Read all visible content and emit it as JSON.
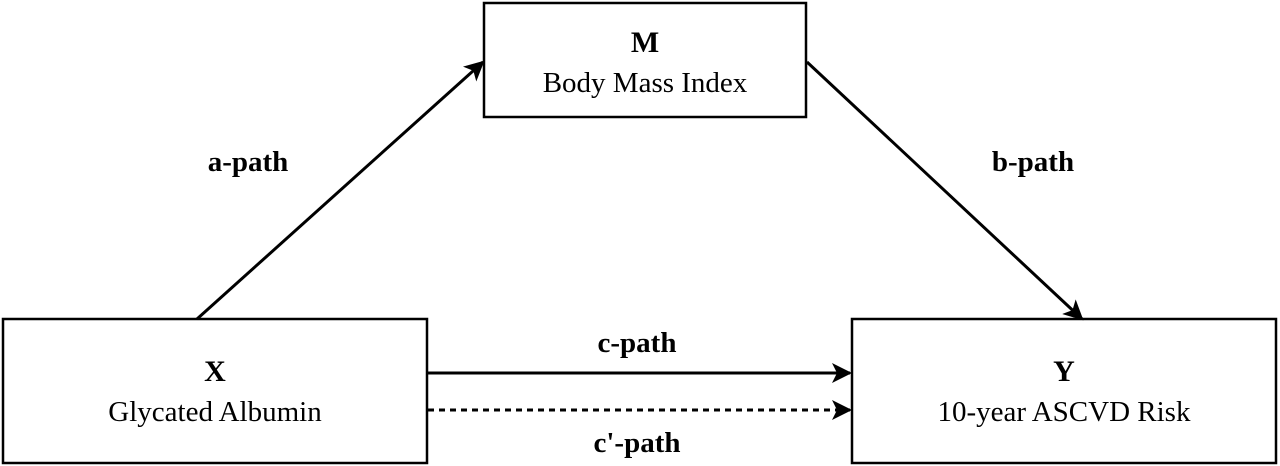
{
  "nodes": {
    "m": {
      "letter": "M",
      "name": "Body Mass Index"
    },
    "x": {
      "letter": "X",
      "name": "Glycated Albumin"
    },
    "y": {
      "letter": "Y",
      "name": "10-year ASCVD Risk"
    }
  },
  "paths": {
    "a": "a-path",
    "b": "b-path",
    "c": "c-path",
    "c_prime": "c'-path"
  }
}
